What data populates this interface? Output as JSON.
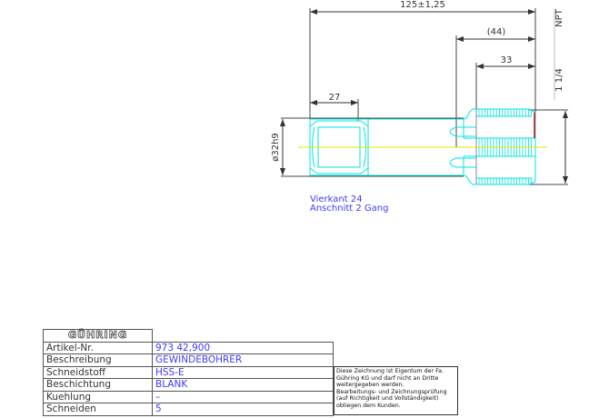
{
  "drawing": {
    "dimensions": {
      "overall_length": "125±1,25",
      "neck_length": "(44)",
      "thread_length": "33",
      "square_length": "27",
      "shank_diameter": "ø32h9",
      "thread_size": "1 1/4",
      "thread_type": "NPT"
    },
    "notes": [
      "Vierkant 24",
      "Anschnitt 2 Gang"
    ],
    "colors": {
      "outline": "#00e5e5",
      "dimension": "#333333",
      "centerline": "#e6e600",
      "cutting_edge": "#e00000",
      "text_blue": "#3b3bff"
    }
  },
  "title_block": {
    "logo": "GÜHRING",
    "rows": [
      {
        "label": "Artikel-Nr.",
        "value": "973 42,900"
      },
      {
        "label": "Beschreibung",
        "value": "GEWINDEBOHRER"
      },
      {
        "label": "Schneidstoff",
        "value": "HSS-E"
      },
      {
        "label": "Beschichtung",
        "value": "BLANK"
      },
      {
        "label": "Kuehlung",
        "value": "–"
      },
      {
        "label": "Schneiden",
        "value": "5"
      }
    ],
    "disclaimer": [
      "Diese Zeichnung ist Eigentum der Fa.",
      "Gühring KG und darf nicht an Dritte",
      "weitergegeben werden.",
      "Bearbeitungs- und Zeichnungsprüfung",
      "(auf Richtigkeit und Vollständigkeit)",
      "obliegen dem Kunden."
    ]
  }
}
